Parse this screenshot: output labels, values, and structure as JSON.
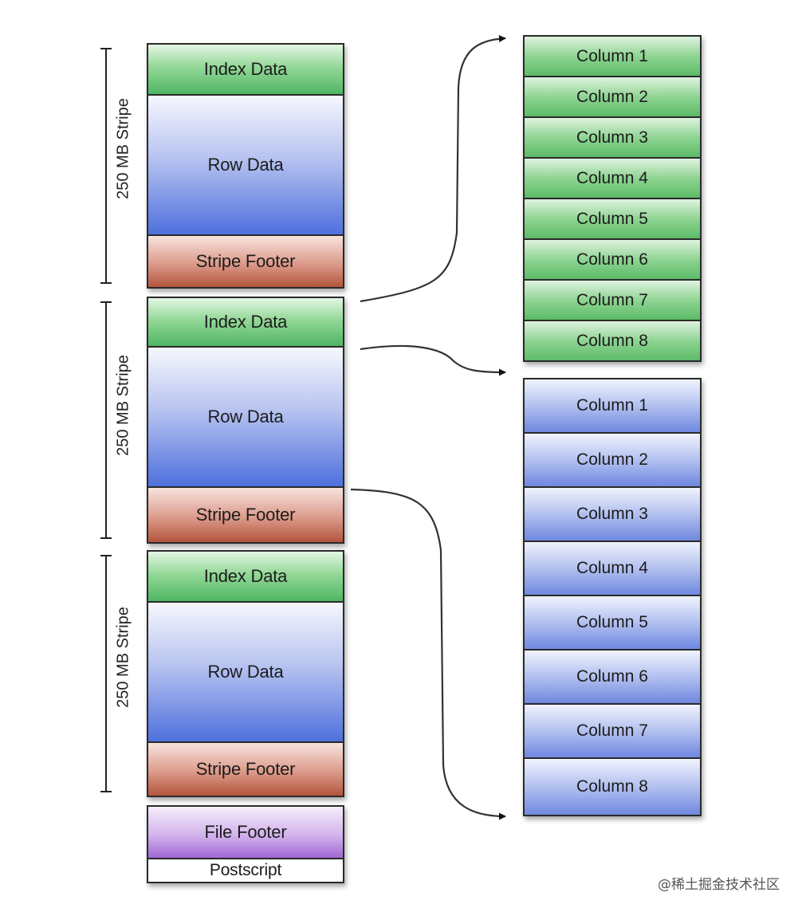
{
  "stripe_label": "250 MB Stripe",
  "stripe_sections": {
    "index": "Index Data",
    "row": "Row Data",
    "footer": "Stripe Footer"
  },
  "file_footer": "File Footer",
  "postscript": "Postscript",
  "index_columns": [
    "Column 1",
    "Column 2",
    "Column 3",
    "Column 4",
    "Column 5",
    "Column 6",
    "Column 7",
    "Column 8"
  ],
  "row_columns": [
    "Column 1",
    "Column 2",
    "Column 3",
    "Column 4",
    "Column 5",
    "Column 6",
    "Column 7",
    "Column 8"
  ],
  "watermark": "@稀土掘金技术社区",
  "colors": {
    "index": "#5dbb6b",
    "row": "#4f6fdc",
    "footer": "#b8573f",
    "file_footer": "#a56cd6",
    "border": "#2a2a2a"
  }
}
